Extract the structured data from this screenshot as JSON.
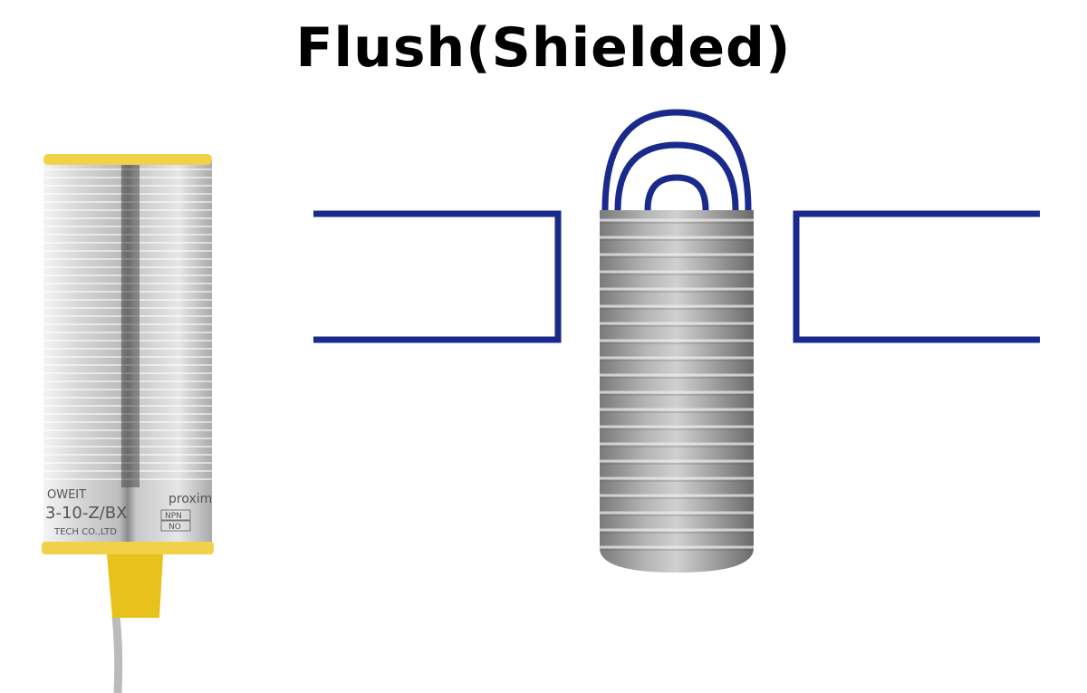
{
  "title": "Flush(Shielded)",
  "sensor_photo": {
    "brand": "OWEIT",
    "model": "3-10-Z/BX",
    "type": "proxim",
    "output": "NPN",
    "contact": "NO",
    "maker": "TECH CO.,LTD"
  },
  "colors": {
    "field_lines": "#1a2a8c",
    "mounting": "#1a2a8c",
    "cap": "#f2d14a",
    "connector": "#e8c21a"
  }
}
